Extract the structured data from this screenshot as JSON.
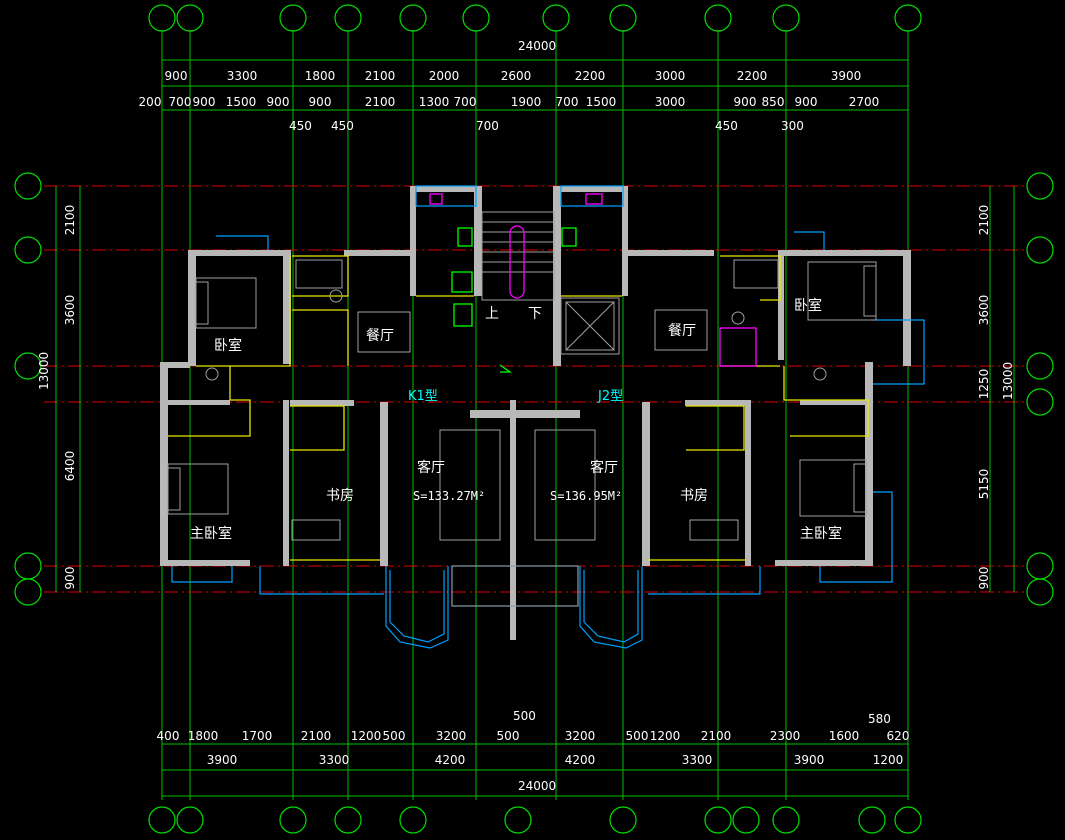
{
  "top_dims": {
    "total": "24000",
    "row1": [
      "900",
      "3300",
      "1800",
      "2100",
      "2000",
      "2600",
      "2200",
      "3000",
      "2200",
      "3900"
    ],
    "row2": [
      "200",
      "700",
      "900",
      "1500",
      "900",
      "900",
      "2100",
      "1300",
      "700",
      "1900",
      "700",
      "1500",
      "3000",
      "900",
      "850",
      "900",
      "2700"
    ],
    "row3": [
      "450",
      "450",
      "700",
      "450",
      "300"
    ]
  },
  "bottom_dims": {
    "total": "24000",
    "row1": [
      "400",
      "1800",
      "1700",
      "2100",
      "1200",
      "500",
      "3200",
      "500",
      "3200",
      "500",
      "1200",
      "2100",
      "2300",
      "1600",
      "620"
    ],
    "row2": [
      "3900",
      "3300",
      "4200",
      "4200",
      "3300",
      "3900",
      "1200"
    ],
    "extra": [
      "500",
      "580"
    ]
  },
  "left_dims": {
    "total": "13000",
    "items": [
      "2100",
      "3600",
      "6400",
      "900"
    ]
  },
  "right_dims": {
    "total": "13000",
    "items": [
      "2100",
      "3600",
      "1250",
      "5150",
      "900"
    ]
  },
  "rooms": {
    "left_bedroom": "卧室",
    "left_dining": "餐厅",
    "left_master": "主卧室",
    "left_study": "书房",
    "left_living": "客厅",
    "left_area": "S=133.27M²",
    "left_type": "K1型",
    "right_type": "J2型",
    "right_living": "客厅",
    "right_area": "S=136.95M²",
    "right_study": "书房",
    "right_master": "主卧室",
    "right_dining": "餐厅",
    "right_bedroom": "卧室",
    "stair_up": "上",
    "stair_down": "下"
  },
  "colors": {
    "grid": "#00c000",
    "axis": "#e00000",
    "wall": "#b8b8b8",
    "window": "#00a0ff",
    "text": "#ffffff",
    "type": "#00ffff"
  }
}
